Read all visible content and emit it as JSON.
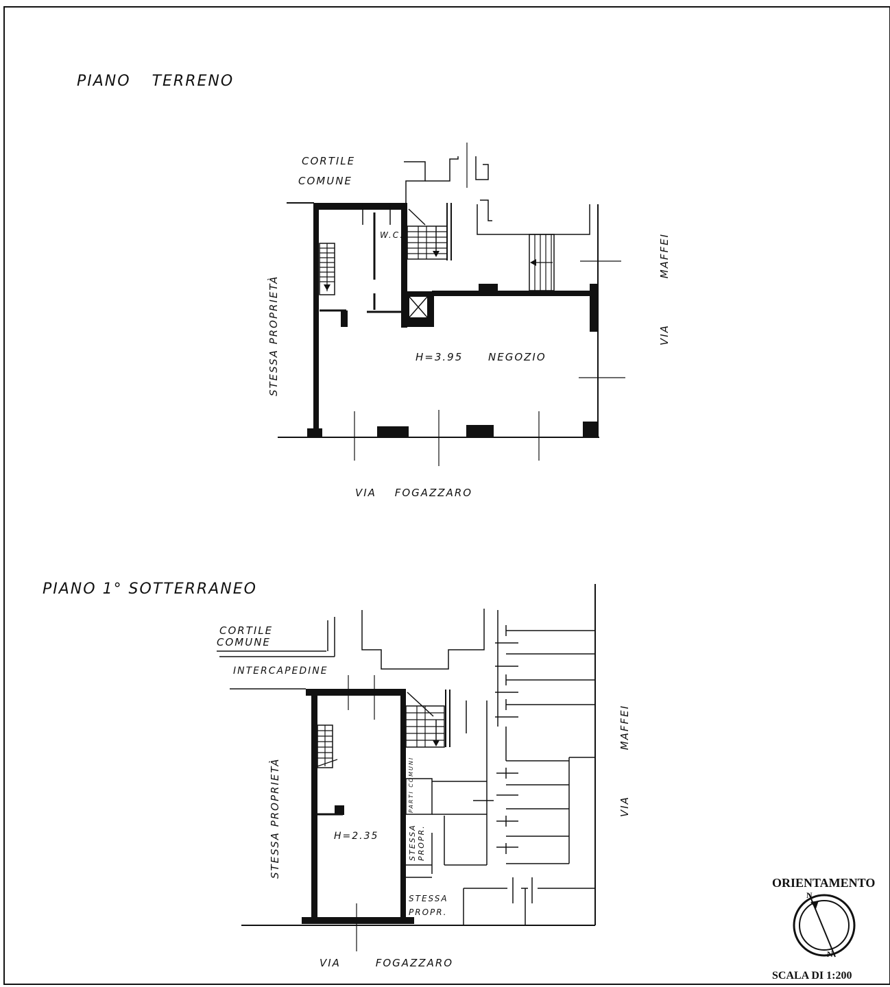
{
  "ground_floor": {
    "title": "PIANO TERRENO",
    "courtyard_line1": "CORTILE",
    "courtyard_line2": "COMUNE",
    "wc": "W.C.",
    "side_left": "STESSA PROPRIETÀ",
    "side_right": "VIA MAFFEI",
    "height": "H=3.95",
    "room": "NEGOZIO",
    "street_bottom": "VIA FOGAZZARO"
  },
  "basement": {
    "title": "PIANO 1° SOTTERRANEO",
    "courtyard_line1": "CORTILE",
    "courtyard_line2": "COMUNE",
    "cavity": "INTERCAPEDINE",
    "side_left": "STESSA PROPRIETÀ",
    "side_right": "VIA MAFFEI",
    "height": "H=2.35",
    "common_parts": "PARTI COMUNI",
    "same_prop_1_line1": "STESSA",
    "same_prop_1_line2": "PROPR.",
    "same_prop_2_line1": "STESSA",
    "same_prop_2_line2": "PROPR.",
    "street_bottom": "VIA FOGAZZARO"
  },
  "legend": {
    "orientation": "ORIENTAMENTO",
    "north": "N",
    "south": "N",
    "scale": "SCALA DI 1:200"
  },
  "colors": {
    "ink": "#111111",
    "paper": "#ffffff"
  }
}
